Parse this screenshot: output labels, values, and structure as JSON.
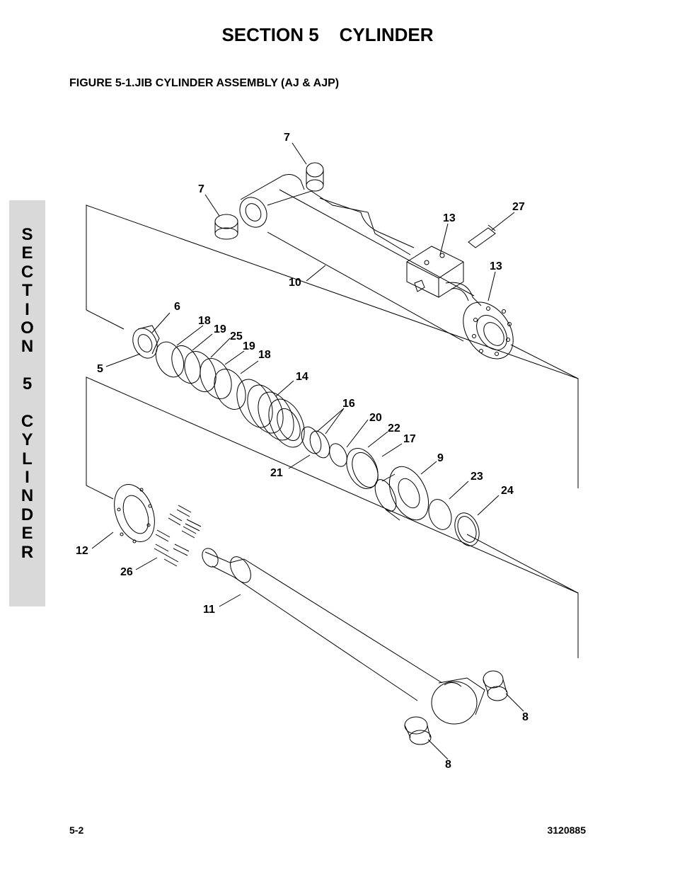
{
  "header": {
    "section_title": "SECTION 5    CYLINDER",
    "figure_title": "FIGURE 5-1.JIB CYLINDER ASSEMBLY (AJ & AJP)"
  },
  "side_tab": {
    "letters": [
      "S",
      "E",
      "C",
      "T",
      "I",
      "O",
      "N",
      "",
      "5",
      "",
      "C",
      "Y",
      "L",
      "I",
      "N",
      "D",
      "E",
      "R"
    ]
  },
  "callouts": [
    "7",
    "7",
    "10",
    "13",
    "27",
    "13",
    "6",
    "18",
    "19",
    "25",
    "19",
    "18",
    "5",
    "14",
    "16",
    "20",
    "22",
    "17",
    "21",
    "9",
    "23",
    "24",
    "12",
    "26",
    "11",
    "8",
    "8"
  ],
  "footer": {
    "page_number": "5-2",
    "document_number": "3120885"
  }
}
